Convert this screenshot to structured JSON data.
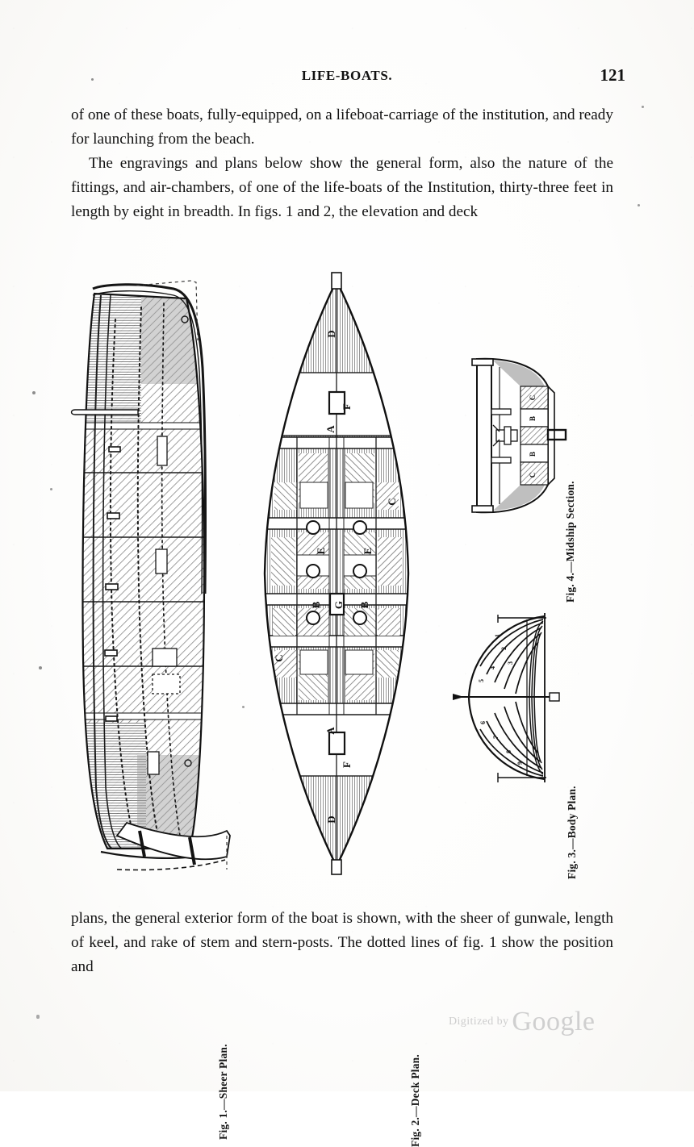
{
  "page": {
    "running_head": "LIFE-BOATS.",
    "folio": "121"
  },
  "paragraphs": {
    "top": [
      "of one of these boats, fully-equipped, on a lifeboat-carriage of the institution, and ready for launching from the beach.",
      "The engravings and plans below show the general form, also the nature of the fittings, and air-chambers, of one of the life-boats of the Institution, thirty-three feet in length by eight in breadth.   In figs. 1 and 2, the elevation and deck"
    ],
    "bottom": [
      "plans, the general exterior form of the boat is shown, with the sheer of gunwale, length of keel, and rake of stem and stern-posts.   The dotted lines of fig. 1 show the position and"
    ]
  },
  "figures": {
    "fig1": {
      "caption": "Fig. 1.—Sheer Plan.",
      "name": "sheer-plan",
      "labels": []
    },
    "fig2": {
      "caption": "Fig. 2.—Deck Plan.",
      "name": "deck-plan",
      "labels": [
        "D",
        "F",
        "A",
        "C",
        "E",
        "E",
        "B",
        "G",
        "B",
        "C",
        "A",
        "F",
        "D"
      ]
    },
    "fig3": {
      "caption": "Fig. 3.—Body Plan.",
      "name": "body-plan",
      "labels": [
        "1",
        "2",
        "3",
        "4",
        "5",
        "6",
        "7",
        "8",
        "9"
      ]
    },
    "fig4": {
      "caption": "Fig. 4.—Midship Section.",
      "name": "midship-section",
      "labels": [
        "C",
        "B",
        "B",
        "C"
      ]
    }
  },
  "watermark": {
    "prefix": "Digitized by",
    "brand": "Google"
  },
  "colors": {
    "ink": "#111111",
    "paper": "#fefefe",
    "hatch": "#6e6e6e",
    "watermark": "#cccccc"
  }
}
